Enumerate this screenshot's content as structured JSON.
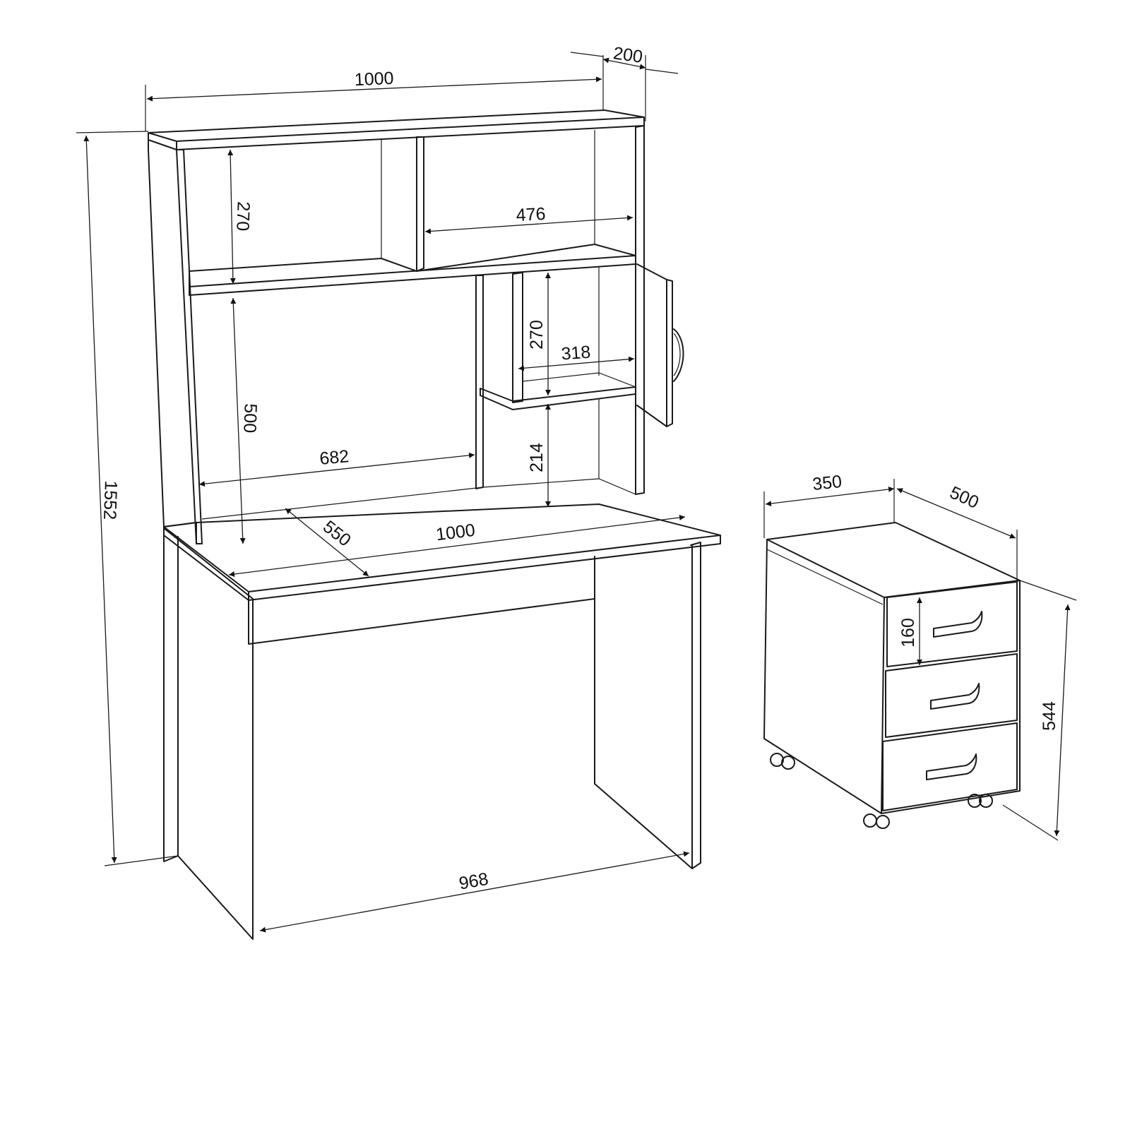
{
  "dimensions": {
    "hutch_width": "1000",
    "hutch_depth": "200",
    "total_height": "1552",
    "upper_shelf_height": "270",
    "upper_right_width": "476",
    "niche_height": "500",
    "niche_width": "682",
    "cubby_height": "270",
    "cubby_width": "318",
    "cubby_clearance": "214",
    "desk_depth": "550",
    "desk_width": "1000",
    "legroom_width": "968",
    "pedestal_width": "350",
    "pedestal_depth": "500",
    "pedestal_height": "544",
    "drawer_height": "160"
  }
}
